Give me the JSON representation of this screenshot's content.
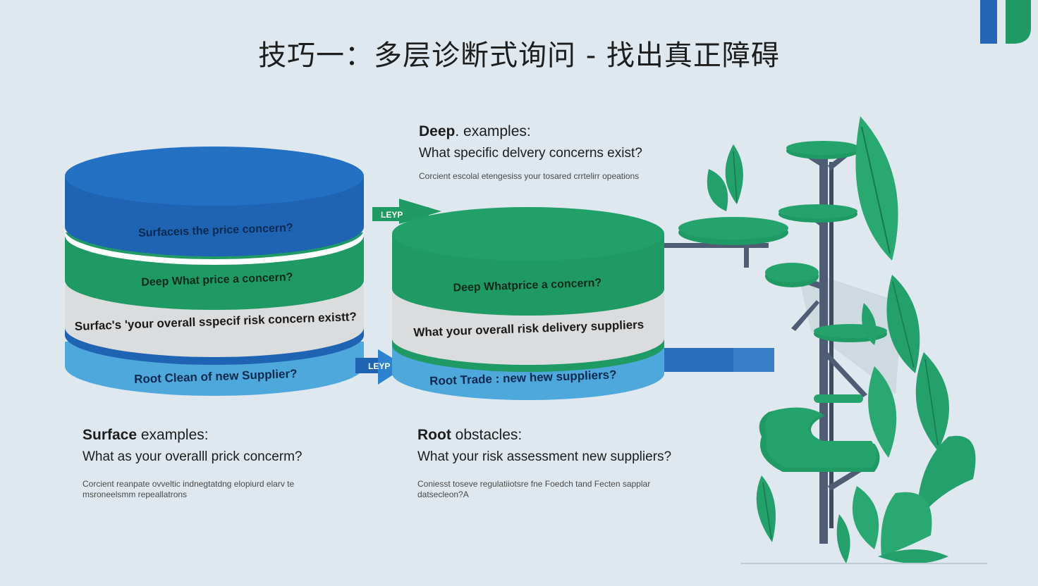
{
  "page": {
    "title": "技巧一：多层诊断式询问 - 找出真正障碍"
  },
  "left_cylinder": {
    "layers": [
      {
        "label": "Surfaceıs the price concern?"
      },
      {
        "label": "Deep What price a concern?"
      },
      {
        "label": "Surfac's 'your overall sspecif risk concern existt?"
      },
      {
        "label": "Root  Clean of new Supplier?"
      }
    ]
  },
  "right_cylinder": {
    "layers": [
      {
        "label": "Deep Whatprice a concern?"
      },
      {
        "label": "What your overall risk delivery suppliers"
      },
      {
        "label": "Root Trade : new hew suppliers?"
      }
    ]
  },
  "arrows": {
    "upper_label": "LEYP",
    "lower_label": "LEYP"
  },
  "callouts": {
    "deep": {
      "heading_bold": "Deep",
      "heading_rest": ". examples:",
      "question": "What specific delvery concerns exist?",
      "note": "Corcient escolal etengesiss your tosared crrtelirr opeations"
    },
    "surface": {
      "heading_bold": "Surface",
      "heading_rest": " examples:",
      "question": "What as your overalll prick concerm?",
      "note": "Corcient reanpate ovveltic indnegtatdng elopiurd elarv te msroneelsmm repeallatrons"
    },
    "root": {
      "heading_bold": "Root",
      "heading_rest": " obstacles:",
      "question": "What your risk assessment new suppliers?",
      "note": "Coniesst toseve regulatiiotsre fne Foedch tand Fecten sapplar datsecleon?A"
    }
  },
  "colors": {
    "background": "#dfe8ee",
    "blue": "#1f63b3",
    "blue_top": "#2470c2",
    "green": "#1f9a64",
    "green_top": "#22a06a",
    "light_blue": "#4fa8dc",
    "grey_band": "#dadcde",
    "trunk": "#4f5d74",
    "leaf": "#23a06c"
  }
}
